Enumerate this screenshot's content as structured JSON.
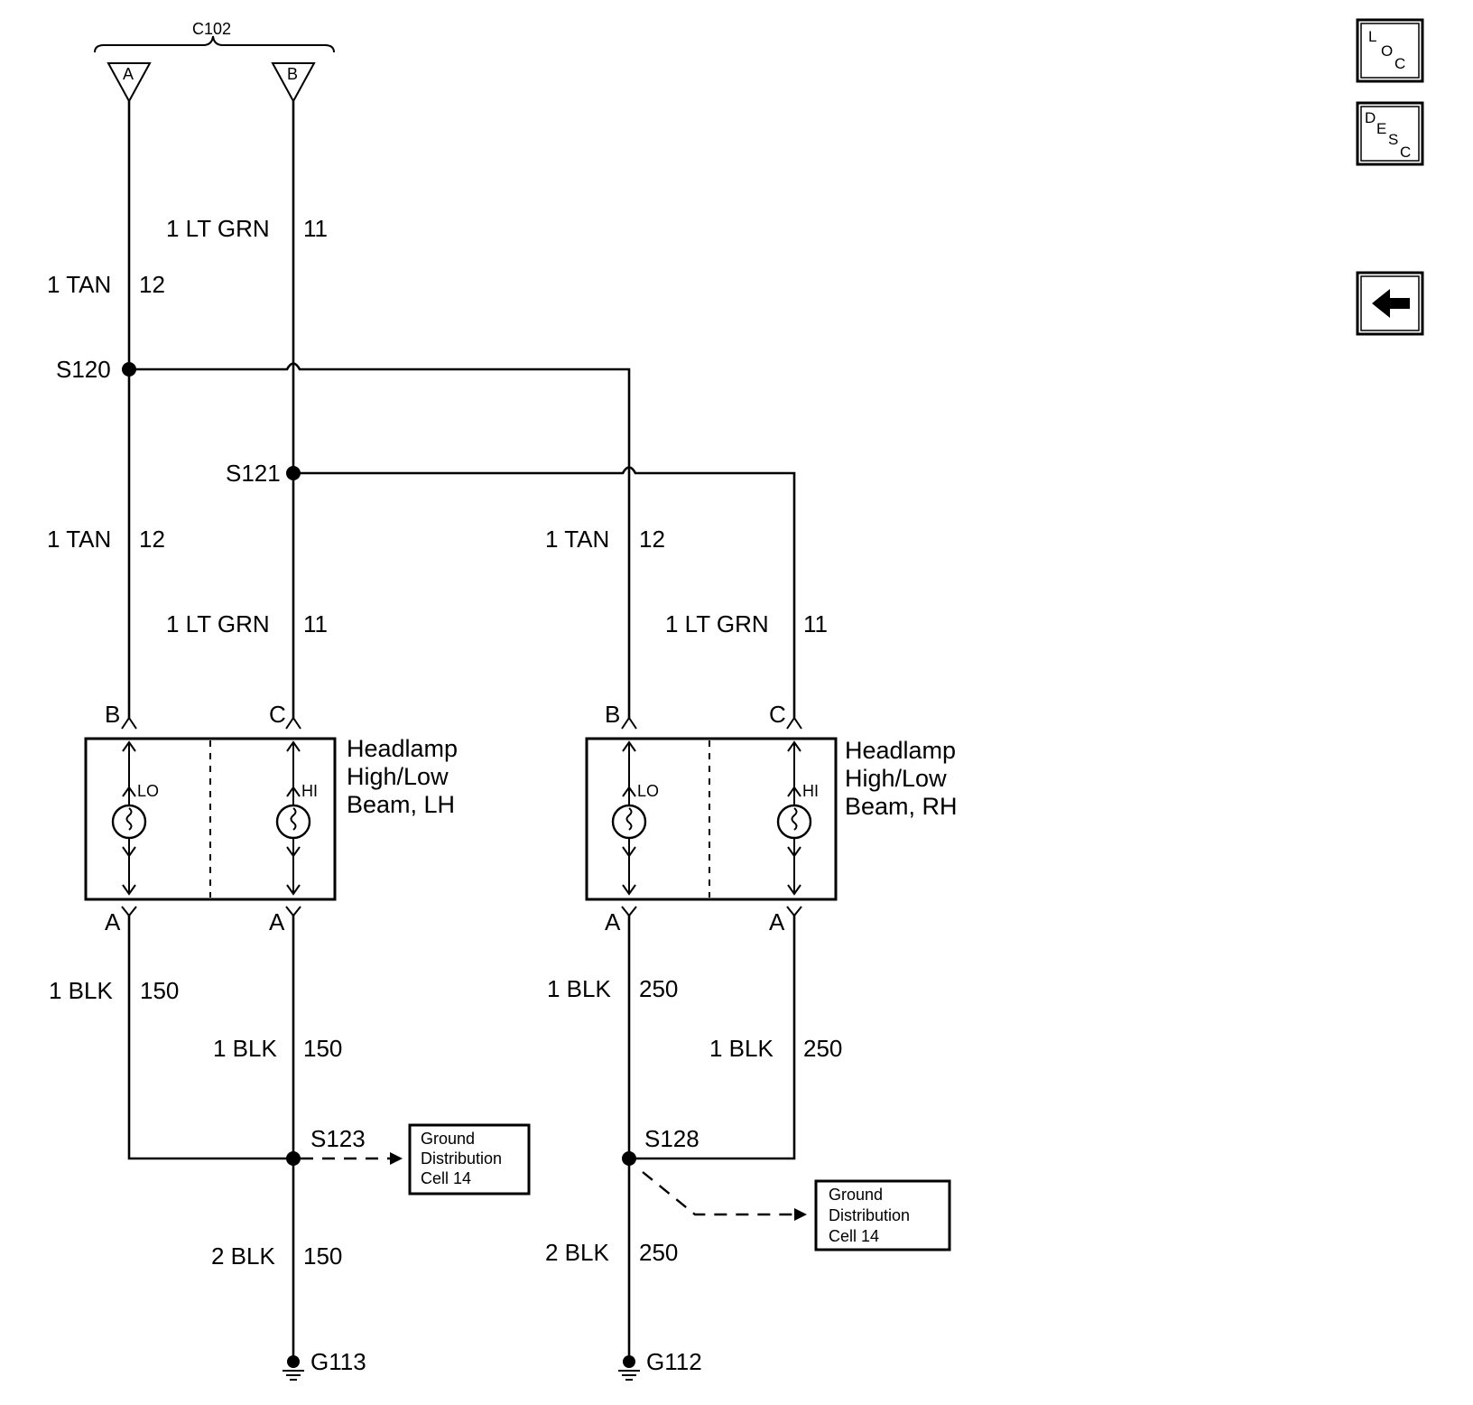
{
  "connector": {
    "name": "C102",
    "pin_a": "A",
    "pin_b": "B"
  },
  "wires": {
    "tan_upper": {
      "size_color": "1 TAN",
      "circuit": "12"
    },
    "ltgrn_upper": {
      "size_color": "1 LT GRN",
      "circuit": "11"
    },
    "tan_lh": {
      "size_color": "1 TAN",
      "circuit": "12"
    },
    "ltgrn_lh": {
      "size_color": "1 LT GRN",
      "circuit": "11"
    },
    "tan_rh": {
      "size_color": "1 TAN",
      "circuit": "12"
    },
    "ltgrn_rh": {
      "size_color": "1 LT GRN",
      "circuit": "11"
    },
    "blk_lh_lo": {
      "size_color": "1 BLK",
      "circuit": "150"
    },
    "blk_lh_hi": {
      "size_color": "1 BLK",
      "circuit": "150"
    },
    "blk_rh_lo": {
      "size_color": "1 BLK",
      "circuit": "250"
    },
    "blk_rh_hi": {
      "size_color": "1 BLK",
      "circuit": "250"
    },
    "blk_lh_ground": {
      "size_color": "2 BLK",
      "circuit": "150"
    },
    "blk_rh_ground": {
      "size_color": "2 BLK",
      "circuit": "250"
    }
  },
  "splices": {
    "s120": "S120",
    "s121": "S121",
    "s123": "S123",
    "s128": "S128"
  },
  "grounds": {
    "g113": "G113",
    "g112": "G112"
  },
  "headlamp_lh": {
    "title_line1": "Headlamp",
    "title_line2": "High/Low",
    "title_line3": "Beam, LH",
    "pin_b": "B",
    "pin_c": "C",
    "pin_a_lo": "A",
    "pin_a_hi": "A",
    "lo": "LO",
    "hi": "HI"
  },
  "headlamp_rh": {
    "title_line1": "Headlamp",
    "title_line2": "High/Low",
    "title_line3": "Beam, RH",
    "pin_b": "B",
    "pin_c": "C",
    "pin_a_lo": "A",
    "pin_a_hi": "A",
    "lo": "LO",
    "hi": "HI"
  },
  "ground_ref_lh": {
    "line1": "Ground",
    "line2": "Distribution",
    "line3": "Cell 14"
  },
  "ground_ref_rh": {
    "line1": "Ground",
    "line2": "Distribution",
    "line3": "Cell 14"
  },
  "nav_buttons": {
    "loc": {
      "l": "L",
      "o": "O",
      "c": "C"
    },
    "desc": {
      "d": "D",
      "e": "E",
      "s": "S",
      "c": "C"
    },
    "back_icon": "left-arrow-icon"
  }
}
